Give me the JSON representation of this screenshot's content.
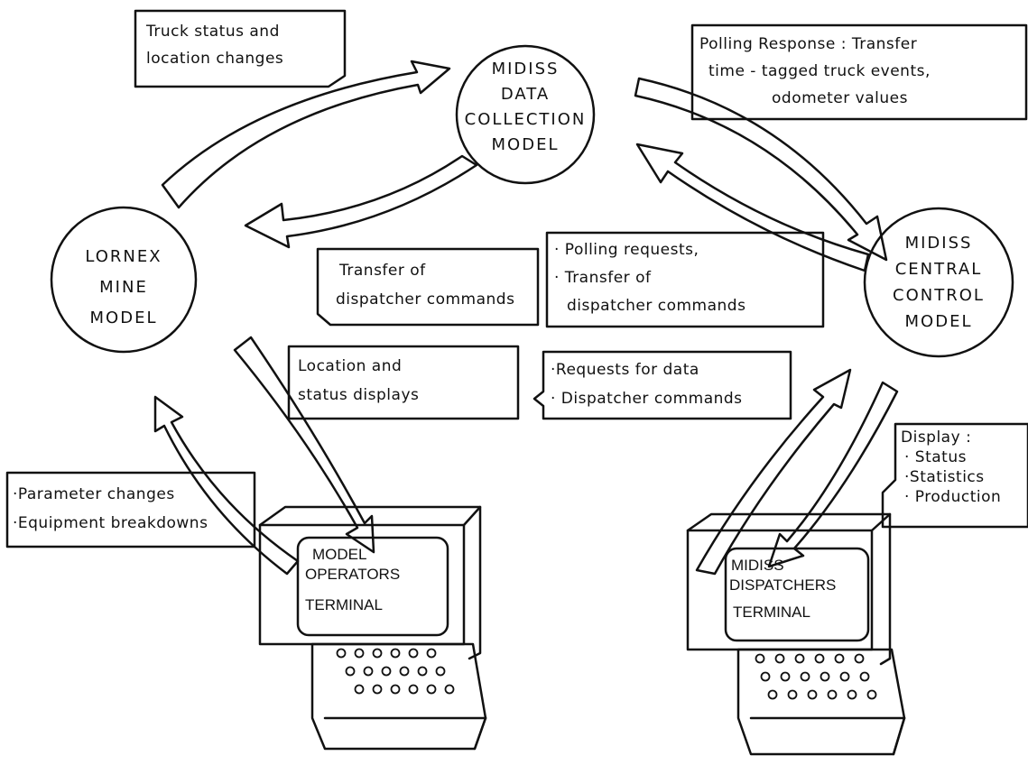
{
  "nodes": {
    "data_collection": [
      "MIDISS",
      "DATA",
      "COLLECTION",
      "MODEL"
    ],
    "mine": [
      "LORNEX",
      "MINE",
      "MODEL"
    ],
    "central_control": [
      "MIDISS",
      "CENTRAL",
      "CONTROL",
      "MODEL"
    ]
  },
  "labels": {
    "truck_status": [
      "Truck status and",
      "location changes"
    ],
    "polling_response": [
      "Polling Response : Transfer",
      "time - tagged truck events,",
      "odometer values"
    ],
    "transfer_commands": [
      "Transfer of",
      "dispatcher commands"
    ],
    "polling_requests": [
      "· Polling requests,",
      "· Transfer of",
      "dispatcher commands"
    ],
    "location_displays": [
      "Location and",
      "status displays"
    ],
    "requests_data": [
      "·Requests for data",
      "· Dispatcher commands"
    ],
    "parameter_changes": [
      "·Parameter changes",
      "·Equipment breakdowns"
    ],
    "display": [
      "Display :",
      "· Status",
      "·Statistics",
      "· Production"
    ]
  },
  "terminals": {
    "operators": [
      "MODEL",
      "OPERATORS",
      "TERMINAL"
    ],
    "dispatchers": [
      "MIDISS",
      "DISPATCHERS",
      "TERMINAL"
    ]
  }
}
